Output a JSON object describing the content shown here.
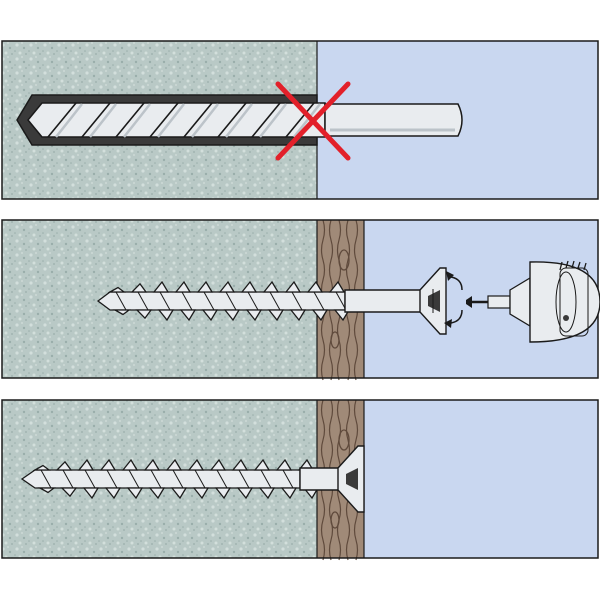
{
  "panels": [
    {
      "step": "no-drill",
      "note": ""
    },
    {
      "step": "drive-screw",
      "note": ""
    },
    {
      "step": "screw-installed",
      "note": ""
    }
  ],
  "colors": {
    "concrete": "#b9c9c6",
    "concrete_speck_light": "#d3dfdc",
    "concrete_speck_dark": "#9aaeab",
    "air": "#c9d7f0",
    "wood": "#a08a78",
    "wood_grain": "#5f4a3c",
    "outline": "#1a1a1a",
    "metal": "#e9ecef",
    "metal_shadow": "#bcc3c9",
    "cross": "#e2202a",
    "hole": "#3a3a3a"
  },
  "icons": {
    "prohibition": "red-cross-icon",
    "rotation": "rotation-arrow-icon",
    "driver": "screwdriver-chuck-icon"
  }
}
